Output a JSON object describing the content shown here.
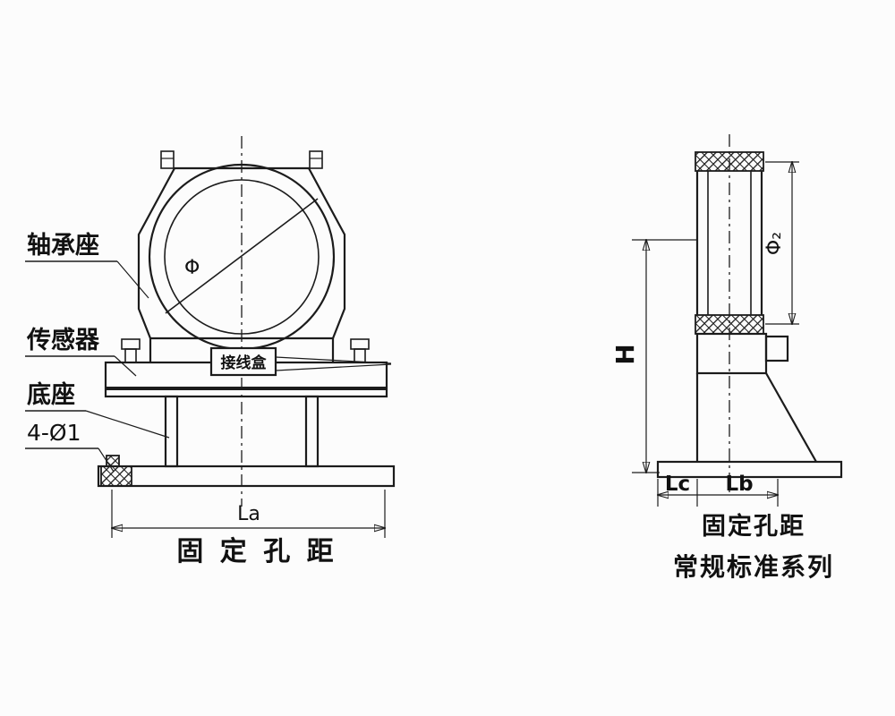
{
  "front_view": {
    "callouts": {
      "bearing_seat": "轴承座",
      "sensor": "传感器",
      "base": "底座",
      "holes": "4-Ø1"
    },
    "junction_box_label": "接线盒",
    "dimensions": {
      "bore_diameter": "Φ",
      "hole_span": "La"
    },
    "caption": "固 定 孔 距"
  },
  "side_view": {
    "dimensions": {
      "outer_diameter": "Φ₂",
      "height": "H",
      "offset_left": "Lc",
      "offset_right": "Lb"
    },
    "caption": "固定孔距",
    "series_note": "常规标准系列"
  }
}
